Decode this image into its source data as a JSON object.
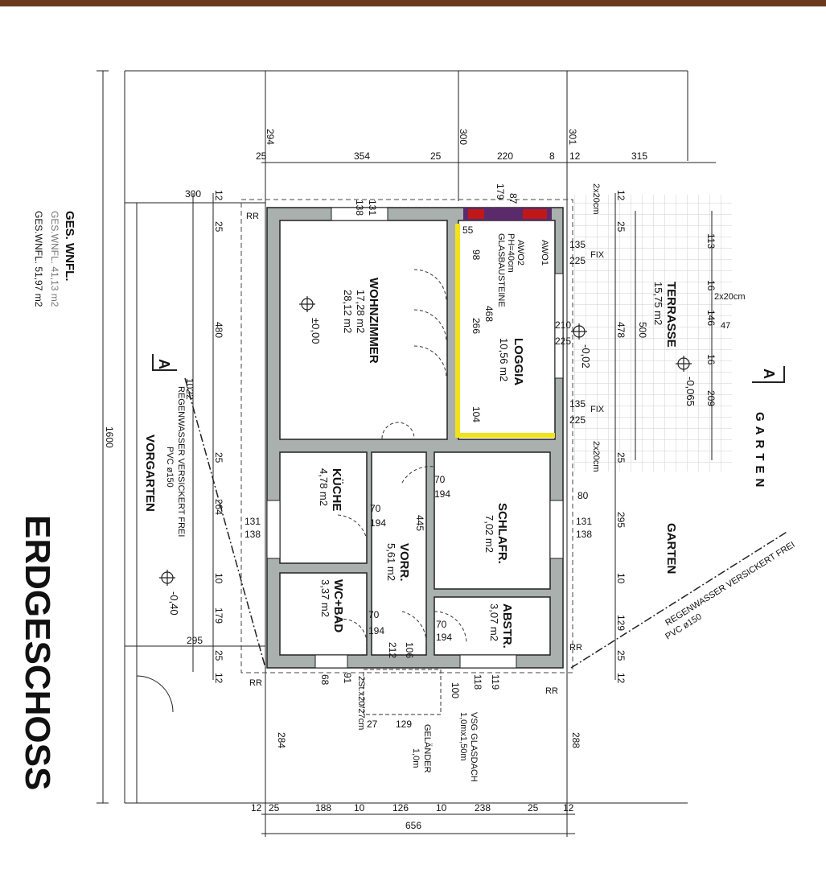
{
  "title": "ERDGESCHOSS",
  "summary": {
    "heading": "GES. WNFL.",
    "line1": "GES.WNFL. 41,13 m2",
    "line2": "GES.WNFL. 51,97 m2"
  },
  "rooms": {
    "wohnzimmer": {
      "name": "WOHNZIMMER",
      "area_old": "17,28 m2",
      "area": "28,12 m2",
      "level": "±0,00"
    },
    "loggia": {
      "name": "LOGGIA",
      "area": "10,56 m2",
      "level": "-0,02"
    },
    "kueche": {
      "name": "KÜCHE",
      "area": "4,78 m2"
    },
    "vorr": {
      "name": "VORR.",
      "area": "5,61 m2"
    },
    "wcbad": {
      "name": "WC+BAD",
      "area": "3,37 m2"
    },
    "schlafr": {
      "name": "SCHLAFR.",
      "area": "7,02 m2"
    },
    "abstr": {
      "name": "ABSTR.",
      "area": "3,07 m2"
    },
    "terrasse": {
      "name": "TERRASSE",
      "area": "15,75 m2",
      "level": "-0,065"
    }
  },
  "outdoor": {
    "vorgarten": "VORGARTEN",
    "vorgarten_level": "-0,40",
    "garten1": "GARTEN",
    "garten2": "GARTEN"
  },
  "notes": {
    "regen1_a": "REGENWASSER VERSICKERT FREI",
    "regen1_b": "PVC ø150",
    "regen2_a": "REGENWASSER VERSICKERT FREI",
    "regen2_b": "PVC ø150",
    "awo1": "AWO1",
    "awo2": "AWO2",
    "ph": "PH=40cm",
    "glas": "GLASBAUSTEINE",
    "vsg1": "VSG GLASDACH",
    "vsg2": "1,0mx1,50m",
    "gel1": "GELÄNDER",
    "gel2": "1,0m",
    "stairs": "2St.x20/27cm",
    "step1": "2x20cm",
    "step2": "2x20cm",
    "step3": "2x20cm",
    "step3b": "47",
    "fix1": "FIX",
    "fix2": "FIX",
    "section": "A",
    "rr": "RR"
  },
  "dims": {
    "top": [
      "25",
      "354",
      "25",
      "220",
      "8",
      "12",
      "315"
    ],
    "top_upper": [
      "294",
      "300",
      "301"
    ],
    "bottom": [
      "12",
      "25",
      "188",
      "10",
      "126",
      "10",
      "238",
      "25",
      "12"
    ],
    "bottom_total": "656",
    "left_total": "1600",
    "left_sub": "1022",
    "left_chain": [
      "12",
      "25",
      "480",
      "25",
      "264",
      "10",
      "179",
      "25",
      "12"
    ],
    "right_chain": [
      "12",
      "25",
      "478",
      "25",
      "295",
      "10",
      "129",
      "25",
      "12"
    ],
    "terr_chain": [
      "113",
      "16",
      "146",
      "16",
      "209"
    ],
    "misc": [
      "300",
      "295",
      "284",
      "288",
      "131",
      "138",
      "131",
      "138",
      "138",
      "131",
      "179",
      "87",
      "55",
      "98",
      "468",
      "266",
      "104",
      "135",
      "225",
      "210",
      "225",
      "135",
      "225",
      "500",
      "70",
      "194",
      "70",
      "194",
      "70",
      "194",
      "70",
      "194",
      "445",
      "80",
      "106",
      "212",
      "91",
      "68",
      "100",
      "118",
      "119",
      "27",
      "129"
    ]
  }
}
